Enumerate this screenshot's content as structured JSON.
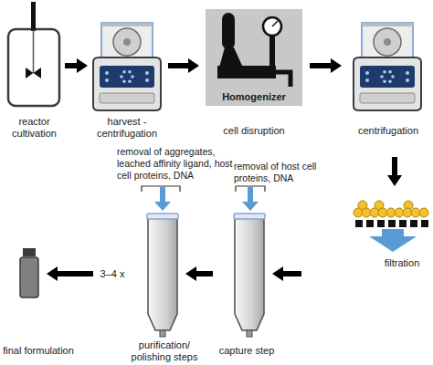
{
  "diagram": {
    "nodes": [
      {
        "text": [
          "reactor cultivation"
        ]
      },
      {
        "text": [
          "harvest - centrifugation"
        ]
      },
      {
        "text": [
          "Homogenizer",
          "cell disruption"
        ]
      },
      {
        "text": [
          "centrifugation"
        ]
      },
      {
        "text": [
          "filtration"
        ]
      },
      {
        "text": [
          "removal of host cell proteins, DNA",
          "capture step"
        ]
      },
      {
        "text": [
          "removal of aggregates, leached affinity ligand, host cell proteins, DNA",
          "purification/ polishing steps"
        ]
      },
      {
        "text": [
          "final formulation"
        ]
      }
    ],
    "edges": [
      {
        "from": 0,
        "to": 1,
        "arrow": "to"
      },
      {
        "from": 1,
        "to": 2,
        "arrow": "to"
      },
      {
        "from": 2,
        "to": 3,
        "arrow": "to"
      },
      {
        "from": 3,
        "to": 4,
        "arrow": "to"
      },
      {
        "from": 4,
        "to": 5,
        "arrow": "to"
      },
      {
        "from": 5,
        "to": 6,
        "arrow": "to"
      },
      {
        "from": 6,
        "to": 7,
        "label": "3–4 x",
        "arrow": "to"
      }
    ]
  }
}
